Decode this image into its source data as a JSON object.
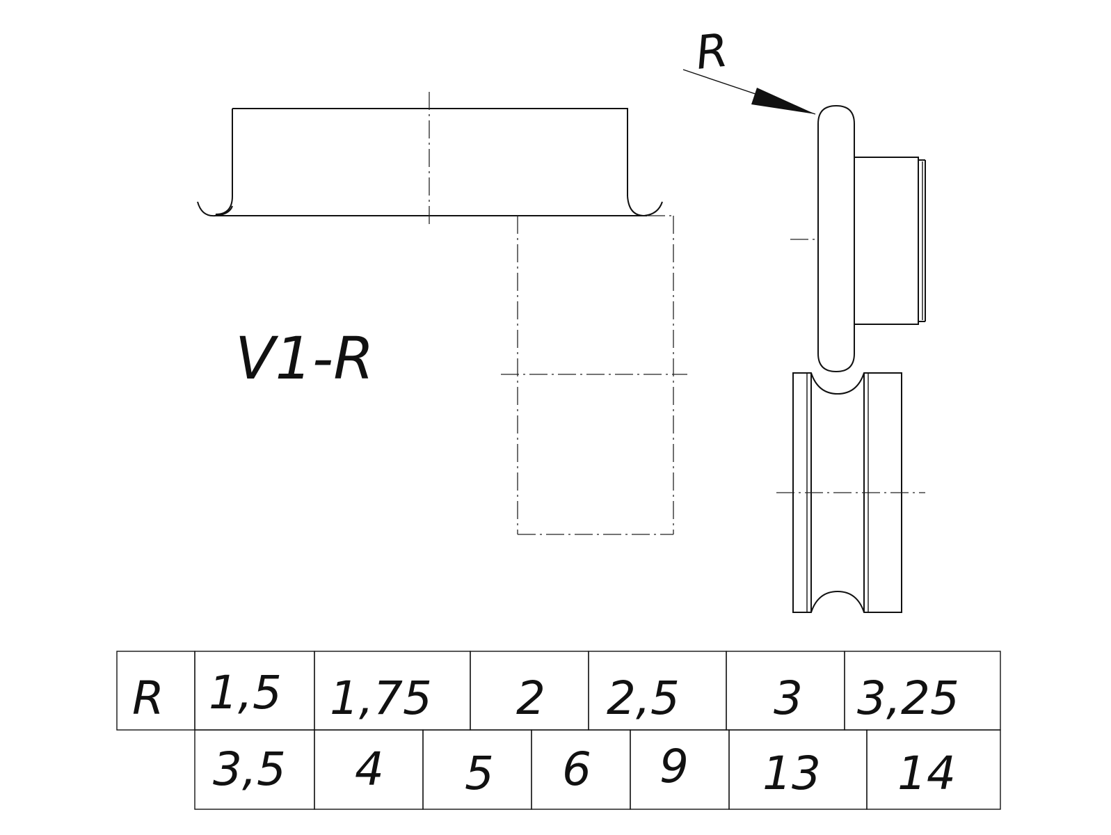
{
  "diagram": {
    "model_label": "V1-R",
    "radius_label": "R"
  },
  "table": {
    "header": "R",
    "row1": [
      "1,5",
      "1,75",
      "2",
      "2,5",
      "3",
      "3,25"
    ],
    "row2": [
      "3,5",
      "4",
      "5",
      "6",
      "9",
      "13",
      "14"
    ]
  }
}
